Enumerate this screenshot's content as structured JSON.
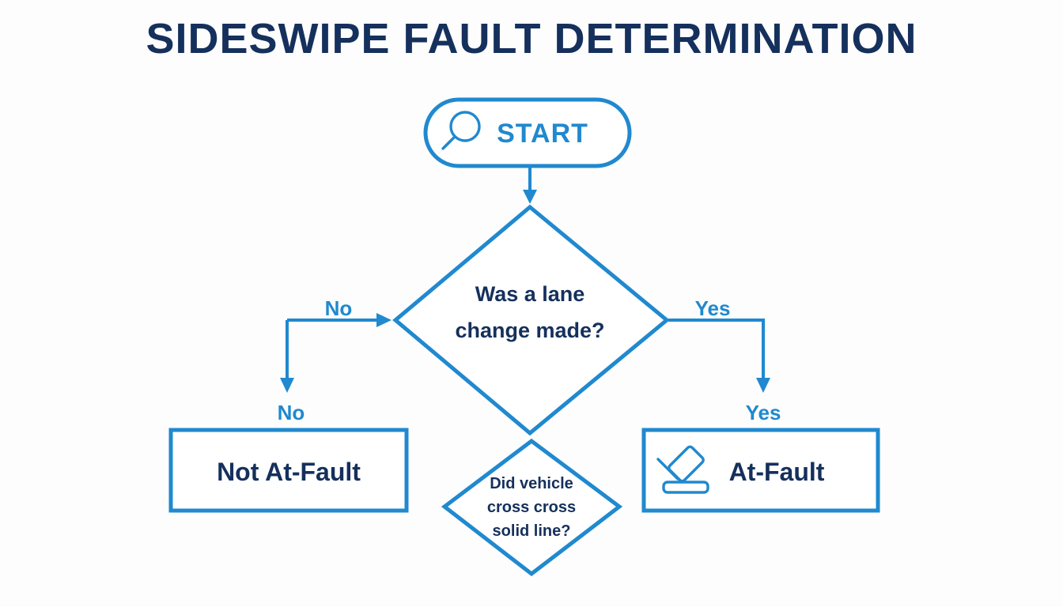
{
  "page": {
    "title": "SIDESWIPE FAULT DETERMINATION",
    "background_color": "#fdfdfd",
    "accent_color": "#2089cf",
    "text_color": "#15305c"
  },
  "diagram": {
    "type": "flowchart",
    "nodes": {
      "start": {
        "shape": "stadium",
        "label": "START",
        "icon": "magnifier-icon",
        "label_color": "#2089cf"
      },
      "decision_lane_change": {
        "shape": "diamond",
        "label_line1": "Was a lane",
        "label_line2": "change made?",
        "label_color": "#15305c"
      },
      "decision_solid_line": {
        "shape": "diamond",
        "label_line1": "Did vehicle",
        "label_line2": "cross cross",
        "label_line3": "solid line?",
        "label_color": "#15305c"
      },
      "outcome_not_at_fault": {
        "shape": "rectangle",
        "label": "Not At-Fault",
        "label_color": "#15305c"
      },
      "outcome_at_fault": {
        "shape": "rectangle",
        "label": "At-Fault",
        "icon": "gavel-icon",
        "label_color": "#15305c"
      }
    },
    "edges": [
      {
        "from": "start",
        "to": "decision_lane_change",
        "label": ""
      },
      {
        "from": "decision_lane_change",
        "to": "decision_lane_change",
        "label": "No",
        "position": "left-upper"
      },
      {
        "from": "decision_lane_change",
        "to": "outcome_not_at_fault",
        "label": "No",
        "position": "left-lower"
      },
      {
        "from": "decision_lane_change",
        "to": "outcome_at_fault",
        "label": "Yes",
        "position": "right-upper"
      },
      {
        "from": "decision_lane_change",
        "to": "outcome_at_fault",
        "label": "Yes",
        "position": "right-lower"
      }
    ],
    "edge_labels": {
      "no_upper": "No",
      "no_lower": "No",
      "yes_upper": "Yes",
      "yes_lower": "Yes"
    }
  }
}
